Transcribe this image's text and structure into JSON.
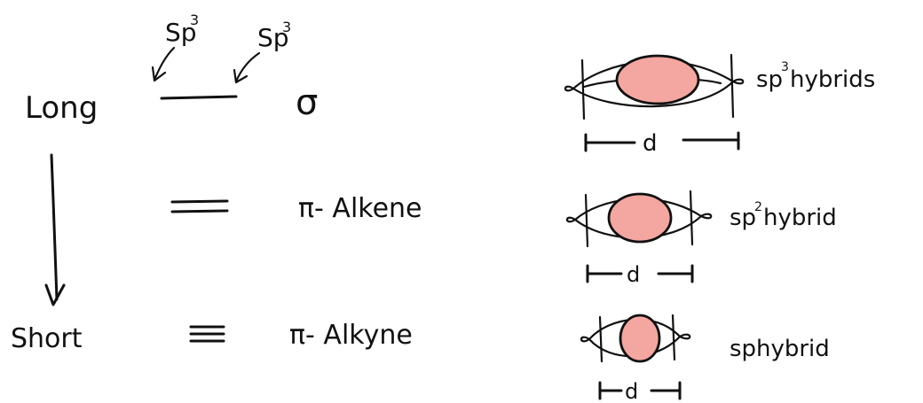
{
  "labels": {
    "long": "Long",
    "short": "Short",
    "sigma": "σ",
    "pi_alkene": "π- Alkene",
    "pi_alkyne": "π- Alkyne",
    "sp3_left": "Sp",
    "sp3_left_sup": "3",
    "sp3_right": "Sp",
    "sp3_right_sup": "3",
    "distance": "d"
  },
  "hybrids": [
    {
      "label": "sp",
      "sup": "3",
      "suffix": " hybrids"
    },
    {
      "label": "sp",
      "sup": "2",
      "suffix": " hybrid"
    },
    {
      "label": "sp",
      "sup": "",
      "suffix": " hybrid"
    }
  ],
  "colors": {
    "ink": "#111111",
    "overlap_fill": "#f4a6a0"
  }
}
